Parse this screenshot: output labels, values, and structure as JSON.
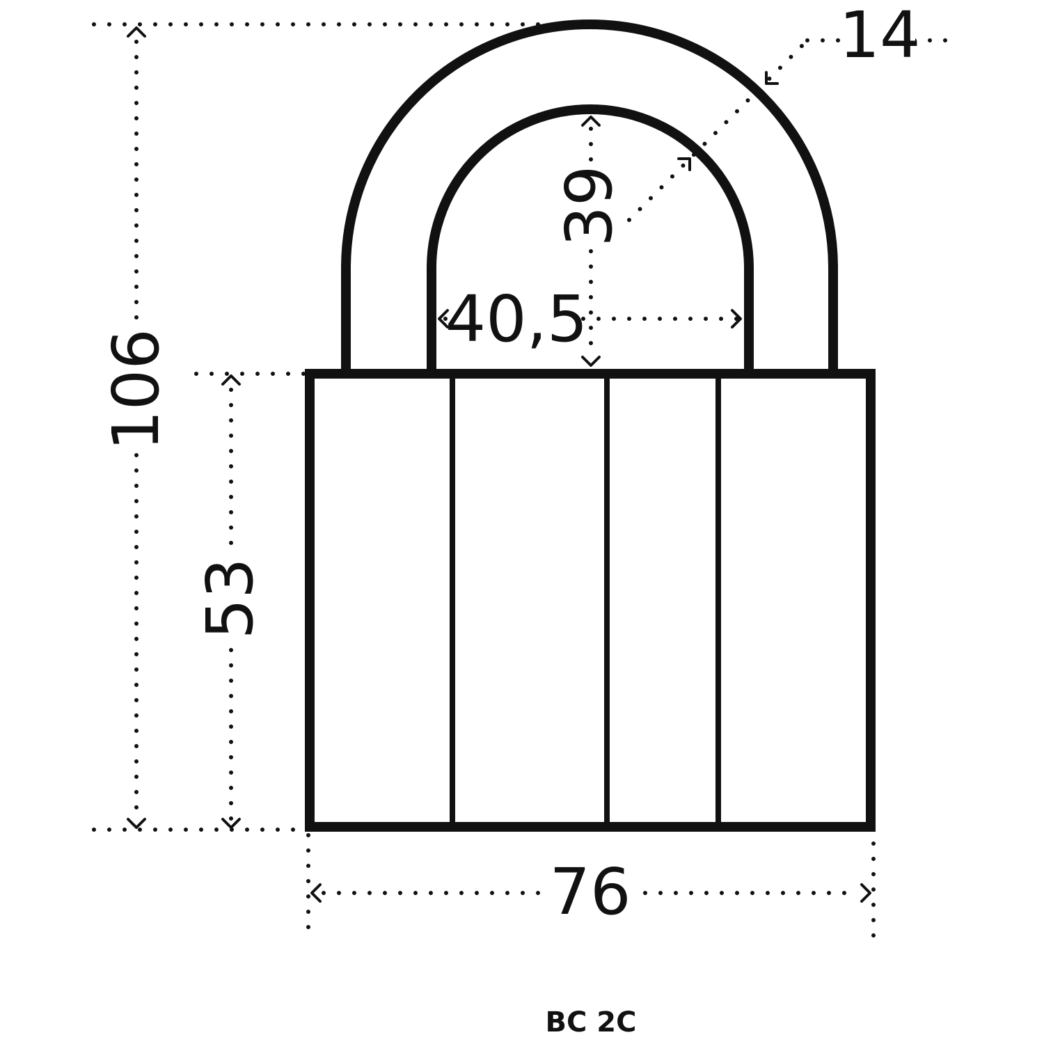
{
  "product": {
    "model": "BC 2C"
  },
  "dimensions": {
    "total_height": "106",
    "body_height": "53",
    "body_width": "76",
    "shackle_inner_width": "40,5",
    "shackle_clearance": "39",
    "shackle_thickness": "14"
  },
  "colors": {
    "line": "#111111",
    "background": "#ffffff"
  }
}
